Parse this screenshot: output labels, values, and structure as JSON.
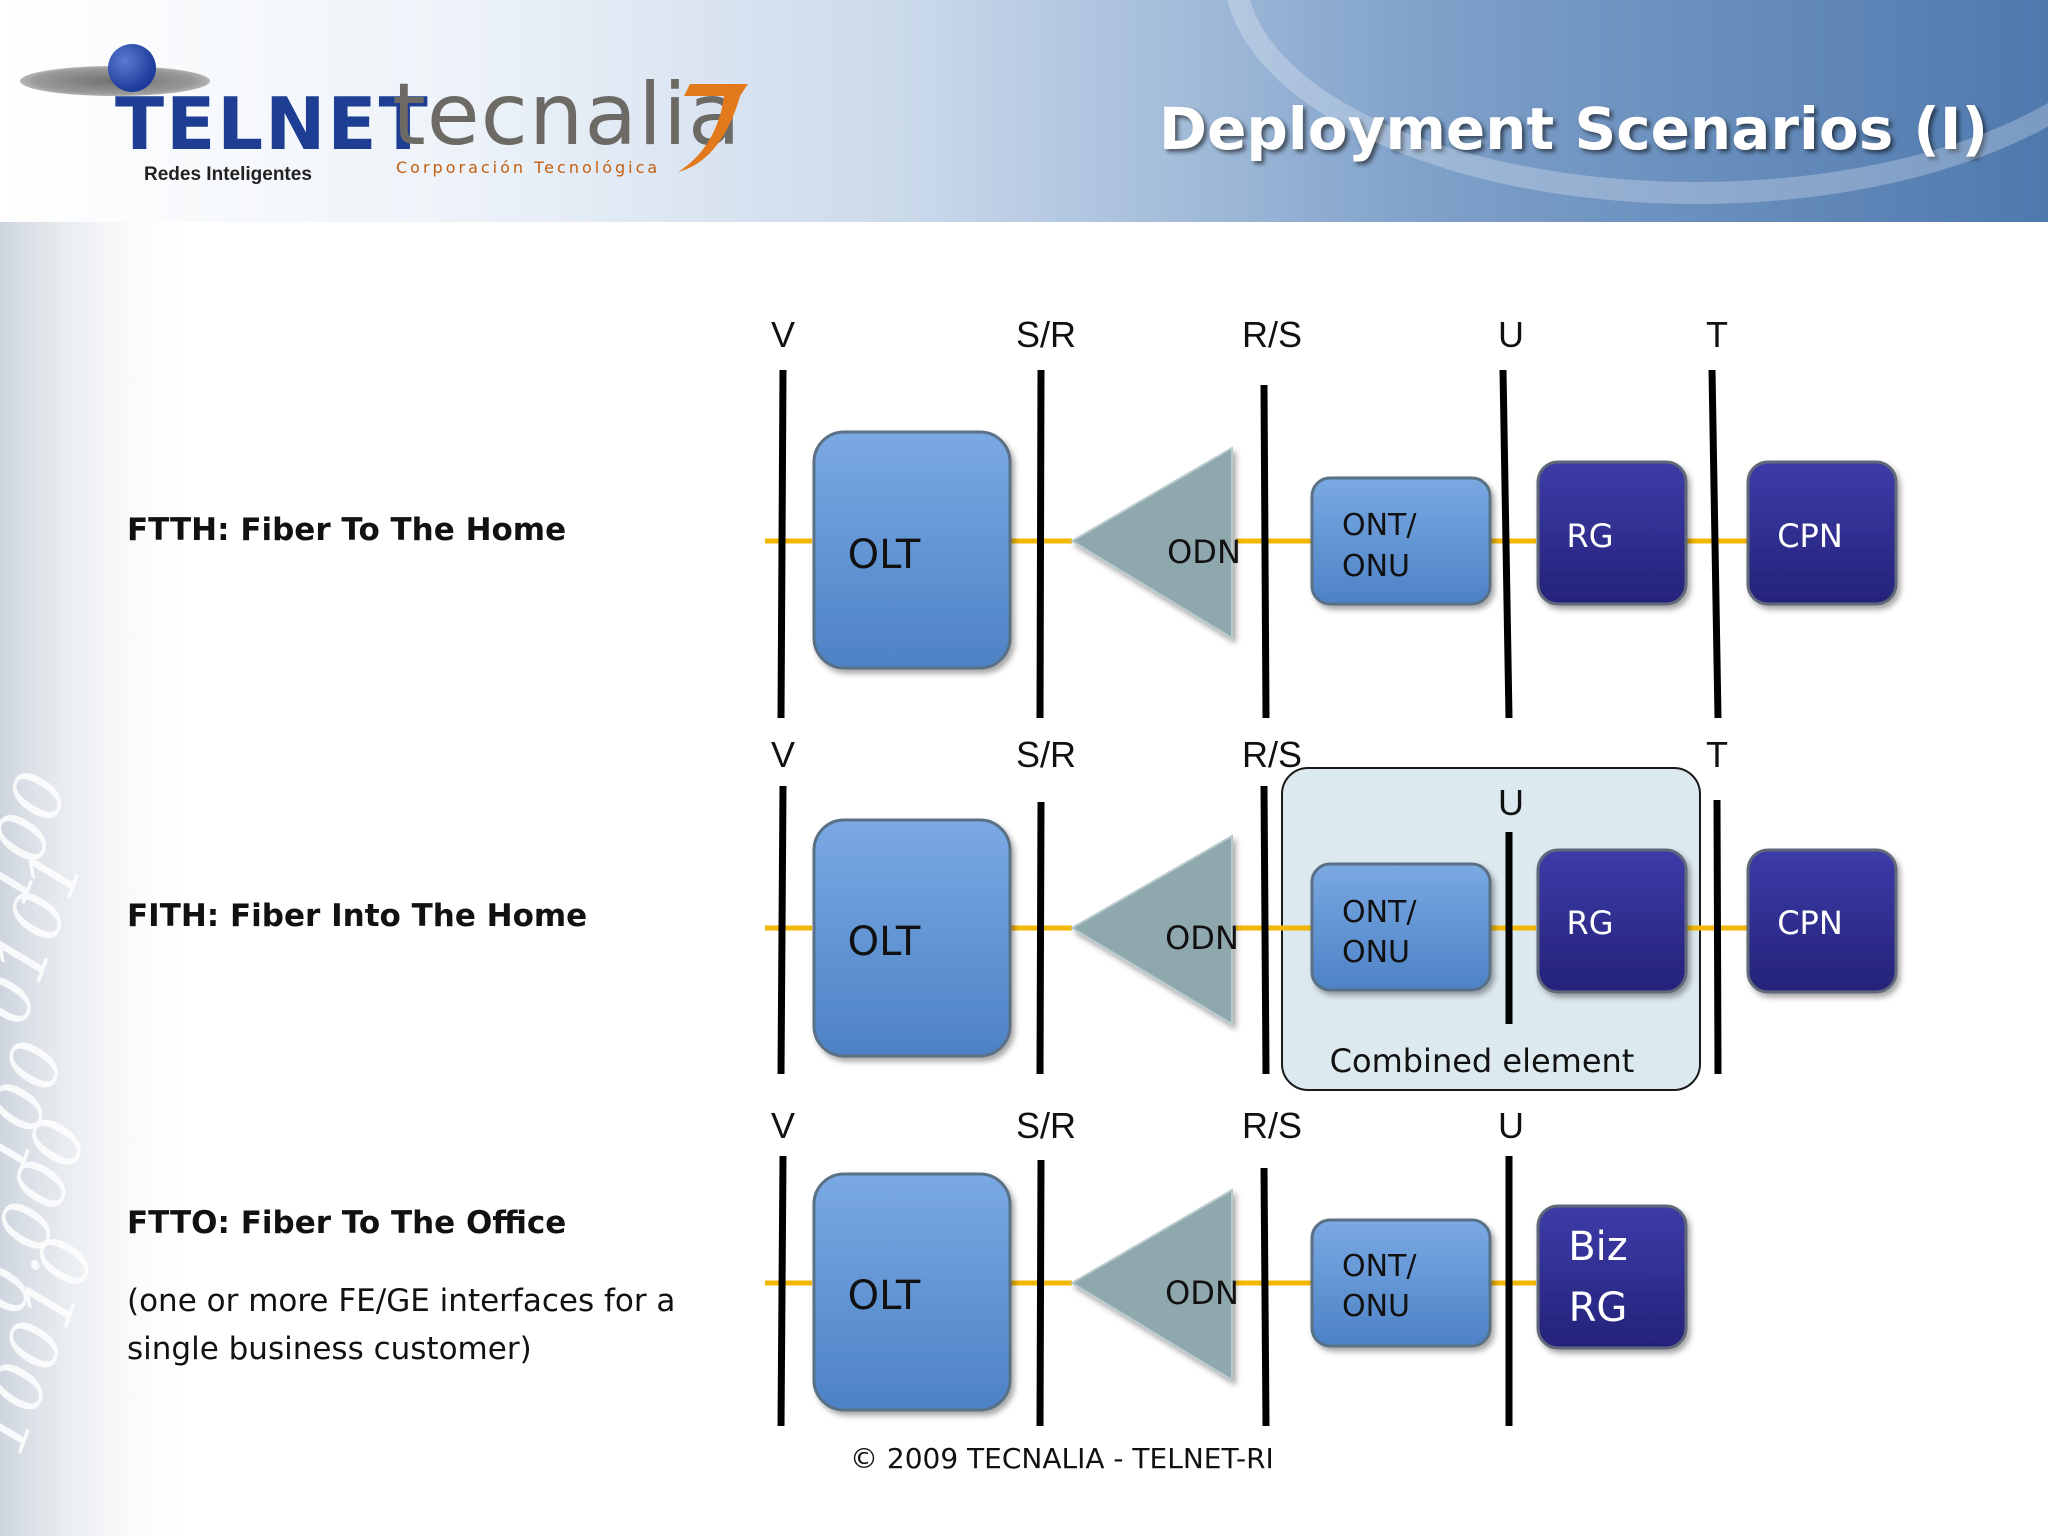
{
  "header": {
    "title": "Deployment Scenarios (I)",
    "logo_telnet": "TELNET",
    "logo_telnet_sub": "Redes Inteligentes",
    "logo_tecnalia": "tecnalia",
    "logo_tecnalia_sub": "Corporación Tecnológica",
    "colors": {
      "title_text": "#ffffff",
      "telnet_blue": "#1d3e92",
      "tecnalia_orange": "#e27a1c"
    }
  },
  "scenarios": [
    {
      "label": "FTTH: Fiber To The Home",
      "ref_points": [
        "V",
        "S/R",
        "R/S",
        "U",
        "T"
      ],
      "olt": "OLT",
      "odn": "ODN",
      "ont_line1": "ONT/",
      "ont_line2": "ONU",
      "rg": "RG",
      "cpn": "CPN"
    },
    {
      "label": "FITH: Fiber Into The Home",
      "ref_points": [
        "V",
        "S/R",
        "R/S",
        "U",
        "T"
      ],
      "olt": "OLT",
      "odn": "ODN",
      "ont_line1": "ONT/",
      "ont_line2": "ONU",
      "rg": "RG",
      "cpn": "CPN",
      "combined_label": "Combined element"
    },
    {
      "label": "FTTO: Fiber To The Office",
      "note": "(one or more FE/GE interfaces for a single business customer)",
      "ref_points": [
        "V",
        "S/R",
        "R/S",
        "U"
      ],
      "olt": "OLT",
      "odn": "ODN",
      "ont_line1": "ONT/",
      "ont_line2": "ONU",
      "biz_line1": "Biz",
      "biz_line2": "RG"
    }
  ],
  "footer": "© 2009 TECNALIA - TELNET-RI",
  "colors": {
    "light_box": "#5b8fd0",
    "dark_box": "#2d2b8a",
    "odn_triangle": "#8fa8ad",
    "fiber_line": "#f2b705",
    "combined_box": "#dce9ef"
  }
}
